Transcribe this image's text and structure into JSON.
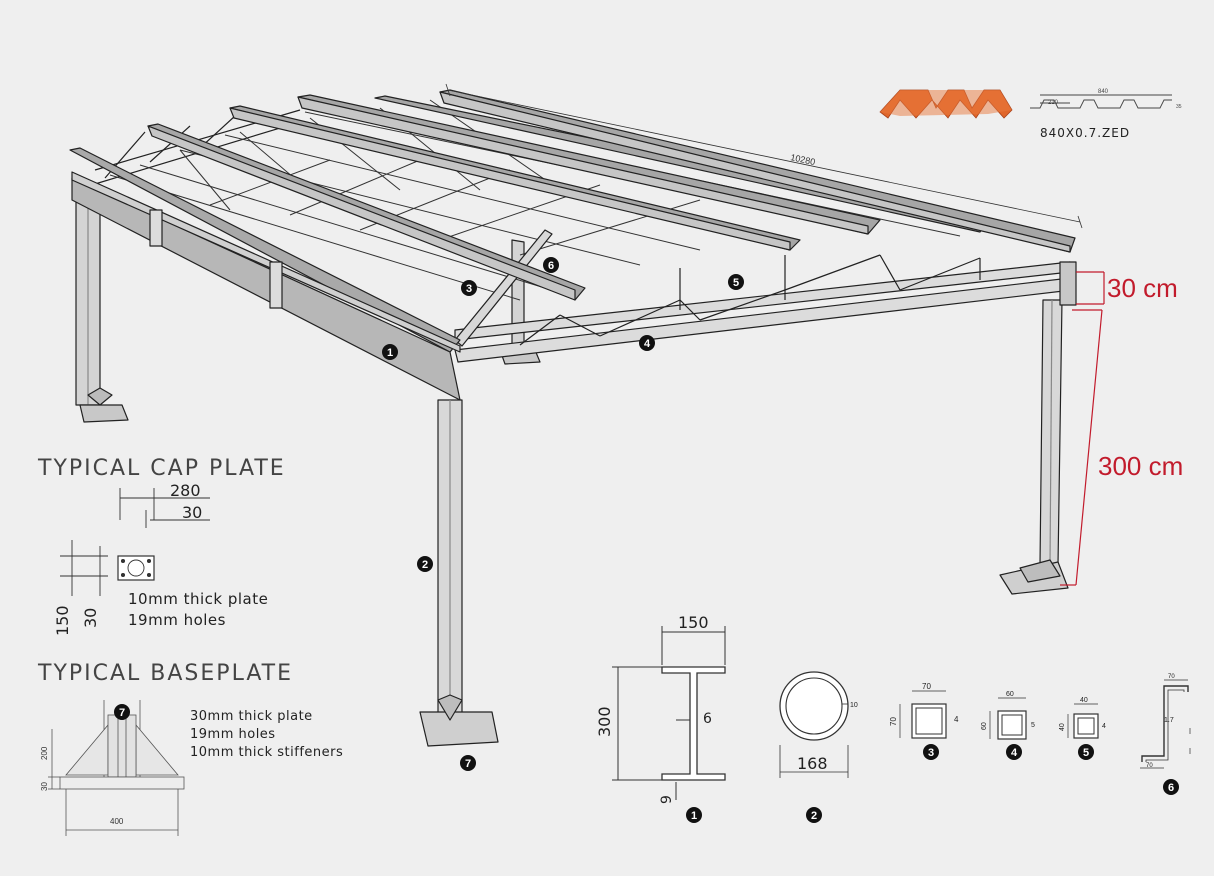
{
  "colors": {
    "background": "#efefef",
    "steel_fill": "#a9a9a9",
    "steel_light": "#d8d8d8",
    "line": "#222222",
    "dimension_red": "#c21b2c",
    "roof_sheet": "#e0662a",
    "callout_fill": "#111111"
  },
  "roof_profile": {
    "label": "840X0.7.ZED",
    "dim_total": "840",
    "dim_pitch": "210",
    "dim_height": "35"
  },
  "overall_length": "10280",
  "heights": {
    "truss_depth": "30 cm",
    "column_height": "300 cm"
  },
  "callouts": {
    "c1": "1",
    "c2": "2",
    "c3": "3",
    "c4": "4",
    "c5": "5",
    "c6": "6",
    "c7": "7"
  },
  "cap_plate": {
    "title": "TYPICAL  CAP  PLATE",
    "dim_width": "280",
    "dim_hole_offset": "30",
    "dim_height": "150",
    "dim_hole_vert": "30",
    "note_1": "10mm  thick  plate",
    "note_2": "19mm  holes"
  },
  "baseplate": {
    "title": "TYPICAL  BASEPLATE",
    "note_1": "30mm  thick  plate",
    "note_2": "19mm  holes",
    "note_3": "10mm  thick  stiffeners",
    "dim_height": "200",
    "dim_thickness": "30",
    "dim_width": "400"
  },
  "sections": {
    "ibeam": {
      "width": "150",
      "height": "300",
      "web": "6",
      "flange": "9",
      "tag": "1"
    },
    "pipe": {
      "diameter": "168",
      "thickness": "10",
      "tag": "2"
    },
    "sq70": {
      "width": "70",
      "height": "70",
      "thickness": "4",
      "tag": "3"
    },
    "sq60": {
      "width": "60",
      "height": "60",
      "thickness": "5",
      "tag": "4"
    },
    "sq40": {
      "width": "40",
      "height": "40",
      "thickness": "4",
      "tag": "5"
    },
    "zed": {
      "top": "70",
      "bottom": "70",
      "middle": "1.7",
      "tag": "6"
    }
  }
}
